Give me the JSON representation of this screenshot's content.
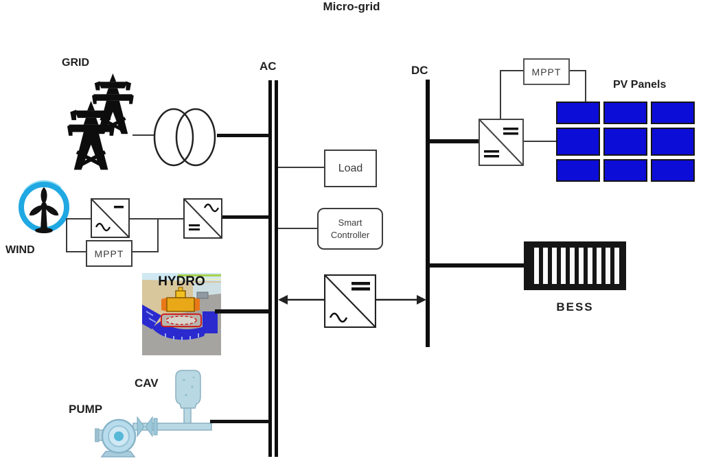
{
  "title": "Micro-grid",
  "buses": {
    "ac_label": "AC",
    "dc_label": "DC"
  },
  "grid": {
    "label": "GRID"
  },
  "load_box": {
    "label": "Load"
  },
  "smart_controller": {
    "line1": "Smart",
    "line2": "Controller"
  },
  "wind": {
    "label": "WIND",
    "mppt_label": "MPPT"
  },
  "hydro": {
    "label": "HYDRO"
  },
  "pump": {
    "pump_label": "PUMP",
    "cav_label": "CAV"
  },
  "pv": {
    "label": "PV Panels",
    "mppt_label": "MPPT",
    "rows": 3,
    "cols": 3,
    "panel_color": "#0d0dd8"
  },
  "bess": {
    "label": "BESS"
  },
  "colors": {
    "bus_black": "#0d0d0d",
    "wire_gray": "#3a3a3a",
    "pv_blue": "#0d0dd8",
    "wind_ring_blue": "#1fa8e2",
    "pump_light_blue": "#b8d8e4",
    "hydro_tan": "#d8c69c",
    "hydro_blue": "#2a2ace",
    "hydro_yellow": "#e8a818"
  },
  "icons": {
    "grid": "transmission-tower-icon",
    "transformer": "transformer-coils-icon",
    "wind": "wind-turbine-icon",
    "hydro": "hydro-plant-image",
    "bess": "battery-bank-icon",
    "pump": "water-pump-icon",
    "cav": "cav-tank-icon",
    "converters": "ac-dc-converter-icons",
    "flow": "bidirectional-arrow-icon"
  }
}
